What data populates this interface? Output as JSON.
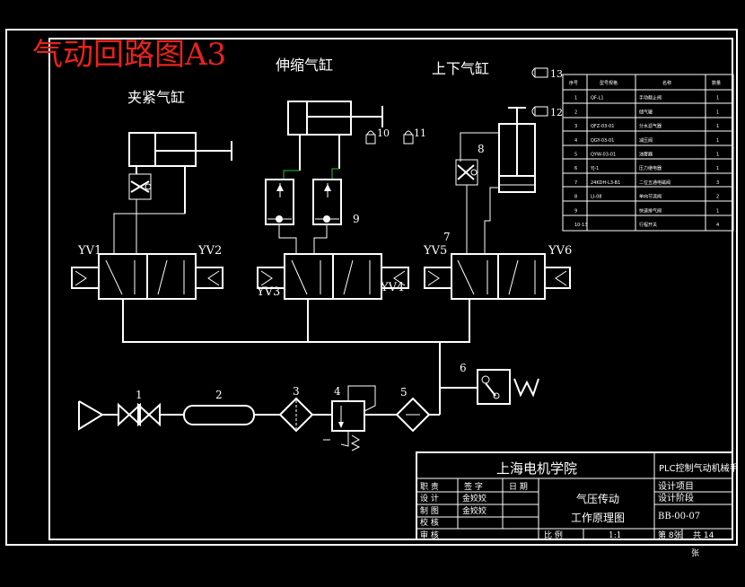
{
  "title": "气动回路图A3",
  "cylinders": {
    "clamp": "夹紧气缸",
    "extend": "伸缩气缸",
    "updown": "上下气缸"
  },
  "valves": {
    "yv1": "YV1",
    "yv2": "YV2",
    "yv3": "YV3",
    "yv4": "YV4",
    "yv5": "YV5",
    "yv6": "YV6"
  },
  "labels": {
    "n1": "1",
    "n2": "2",
    "n3": "3",
    "n4": "4",
    "n5": "5",
    "n6": "6",
    "n7": "7",
    "n8": "8",
    "n9": "9",
    "n10": "10",
    "n11": "11",
    "n12": "12",
    "n13": "13"
  },
  "parts_table": {
    "headers": [
      "序号",
      "型号规格",
      "名称",
      "数量"
    ],
    "rows": [
      [
        "1",
        "QF-L1",
        "手动截止阀",
        "1"
      ],
      [
        "2",
        "",
        "储气罐",
        "1"
      ],
      [
        "3",
        "QFZ-03-01",
        "分水滤气器",
        "1"
      ],
      [
        "4",
        "QGY-03-01",
        "减压阀",
        "1"
      ],
      [
        "5",
        "QYW-03-01",
        "油雾器",
        "1"
      ],
      [
        "6",
        "YJ-1",
        "压力继电器",
        "1"
      ],
      [
        "7",
        "24KDH-L3-B1",
        "二位五通电磁阀",
        "3"
      ],
      [
        "8",
        "LI-08",
        "单向节流阀",
        "2"
      ],
      [
        "9",
        "",
        "快速排气阀",
        "1"
      ],
      [
        "10-13",
        "",
        "行程开关",
        "4"
      ]
    ]
  },
  "title_block": {
    "school": "上海电机学院",
    "project_title": "PLC控制气动机械手",
    "roles": [
      "设 计",
      "制 图",
      "校 核",
      "审 核"
    ],
    "role_header": "职 责",
    "sign_header": "签 字",
    "date_header": "日 期",
    "signers": [
      "金姣姣",
      "金姣姣"
    ],
    "drawing_name_1": "气压传动",
    "drawing_name_2": "工作原理图",
    "design_project_label": "设计项目",
    "design_stage_label": "设计阶段",
    "drawing_number": "BB-00-07",
    "scale_label": "比 例",
    "scale_value": "1:1",
    "sheet_label": "第 8张",
    "total_label": "共 14",
    "total_unit": "张"
  }
}
